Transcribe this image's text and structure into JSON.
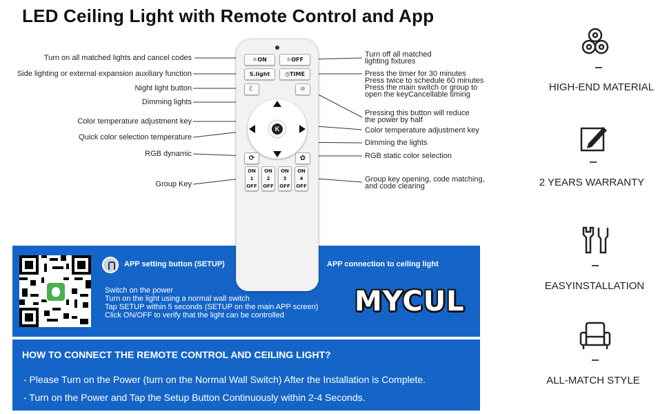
{
  "title": "LED Ceiling Light with Remote Control and App",
  "labels_left": [
    "Turn on all matched lights and cancel codes",
    "Side lighting or external expansion auxiliary function",
    "Night light button",
    "Dimming lights",
    "Color temperature adjustment key",
    "Quick color selection temperature",
    "RGB dynamic",
    "Group Key"
  ],
  "labels_right": {
    "off": [
      "Turn off all matched",
      "lighting fixtures"
    ],
    "timer": [
      "Press the timer for 30 minutes",
      "Press twice to schedule 60 minutes",
      "Press the main switch or group to",
      "open the keyCancellable timing"
    ],
    "half": [
      "Pressing this button will reduce",
      "the power by half"
    ],
    "color_temp": "Color temperature adjustment key",
    "dimming": "Dimming the lights",
    "rgb_static": "RGB static color selection",
    "group": [
      "Group key opening, code matching,",
      "and code clearing"
    ]
  },
  "remote": {
    "on": "☼ON",
    "off": "☼OFF",
    "slight": "S.light",
    "time": "◷TIME",
    "k": "K",
    "groups": [
      {
        "on": "ON",
        "num": "1",
        "off": "OFF"
      },
      {
        "on": "ON",
        "num": "2",
        "off": "OFF"
      },
      {
        "on": "ON",
        "num": "3",
        "off": "OFF"
      },
      {
        "on": "ON",
        "num": "4",
        "off": "OFF"
      }
    ]
  },
  "app_panel": {
    "setup_title": "APP setting button (SETUP)",
    "conn_title": "APP connection to ceiling light",
    "steps": [
      "Switch on the power",
      "Turn on the light using a normal wall switch",
      "Tap SETUP within 5 seconds (SETUP on the main APP screen)",
      "Click ON/OFF to verify that the light can be controlled"
    ],
    "brand": "MYCUL"
  },
  "how_panel": {
    "title": "HOW TO CONNECT THE REMOTE CONTROL AND CEILING LIGHT?",
    "lines": [
      "- Please Turn on the Power (turn on the Normal Wall Switch) After the Installation is Complete.",
      "- Turn on the Power and Tap the Setup Button Continuously within 2-4 Seconds."
    ]
  },
  "features": [
    {
      "icon": "material-rolls-icon",
      "label": "HIGH-END MATERIAL"
    },
    {
      "icon": "pencil-square-icon",
      "label": "2 YEARS WARRANTY"
    },
    {
      "icon": "wrench-tools-icon",
      "label": "EASYINSTALLATION"
    },
    {
      "icon": "armchair-icon",
      "label": "ALL-MATCH STYLE"
    }
  ],
  "colors": {
    "panel_blue": "#1565c8",
    "text": "#222222"
  }
}
